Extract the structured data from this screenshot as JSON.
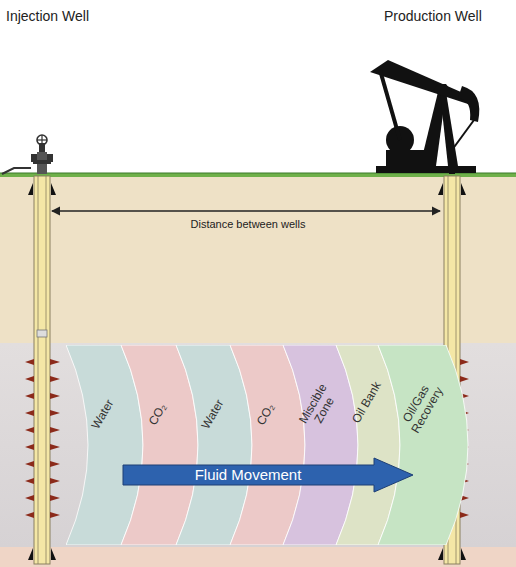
{
  "diagram": {
    "nodes": [
      {
        "text": [
          "Water"
        ]
      },
      {
        "text": [
          "CO₂"
        ]
      },
      {
        "text": [
          "Water"
        ]
      },
      {
        "text": [
          "CO₂"
        ]
      },
      {
        "text": [
          "Miscible Zone"
        ]
      },
      {
        "text": [
          "Oil Bank"
        ]
      },
      {
        "text": [
          "Oil/Gas Recovery"
        ]
      },
      {
        "text": [
          "Fluid Movement"
        ]
      }
    ],
    "labels": [
      "Injection Well",
      "Production Well",
      "Distance between wells"
    ]
  }
}
